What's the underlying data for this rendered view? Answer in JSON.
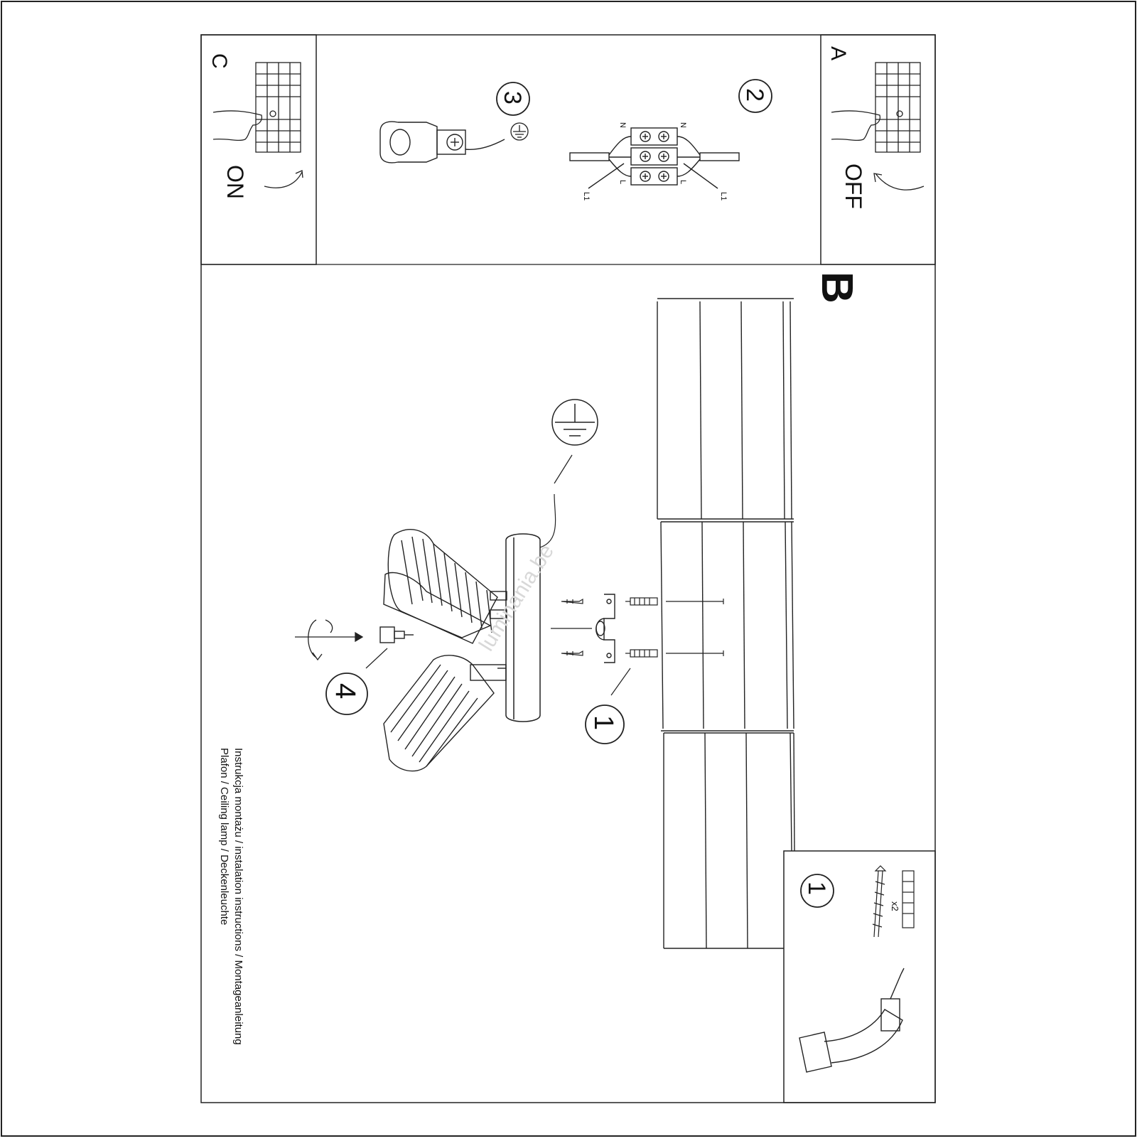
{
  "panels": {
    "a_letter": "A",
    "a_switch_label": "OFF",
    "b_letter": "B",
    "c_letter": "C",
    "c_switch_label": "ON"
  },
  "steps": {
    "one": "1",
    "one_box": "1",
    "two": "2",
    "three": "3",
    "four": "4"
  },
  "wiring": {
    "n_left": "N",
    "n_right": "N",
    "l_left": "L",
    "l_right": "L",
    "l1_left": "L1",
    "l1_right": "L1"
  },
  "parts": {
    "quantity": "x2"
  },
  "caption": {
    "line1": "Instrukcja montażu / instalation instructions / Montageanleitung",
    "line2": "Plafon / Ceiling lamp / Deckenleuchte"
  },
  "watermark": "luminania.be"
}
